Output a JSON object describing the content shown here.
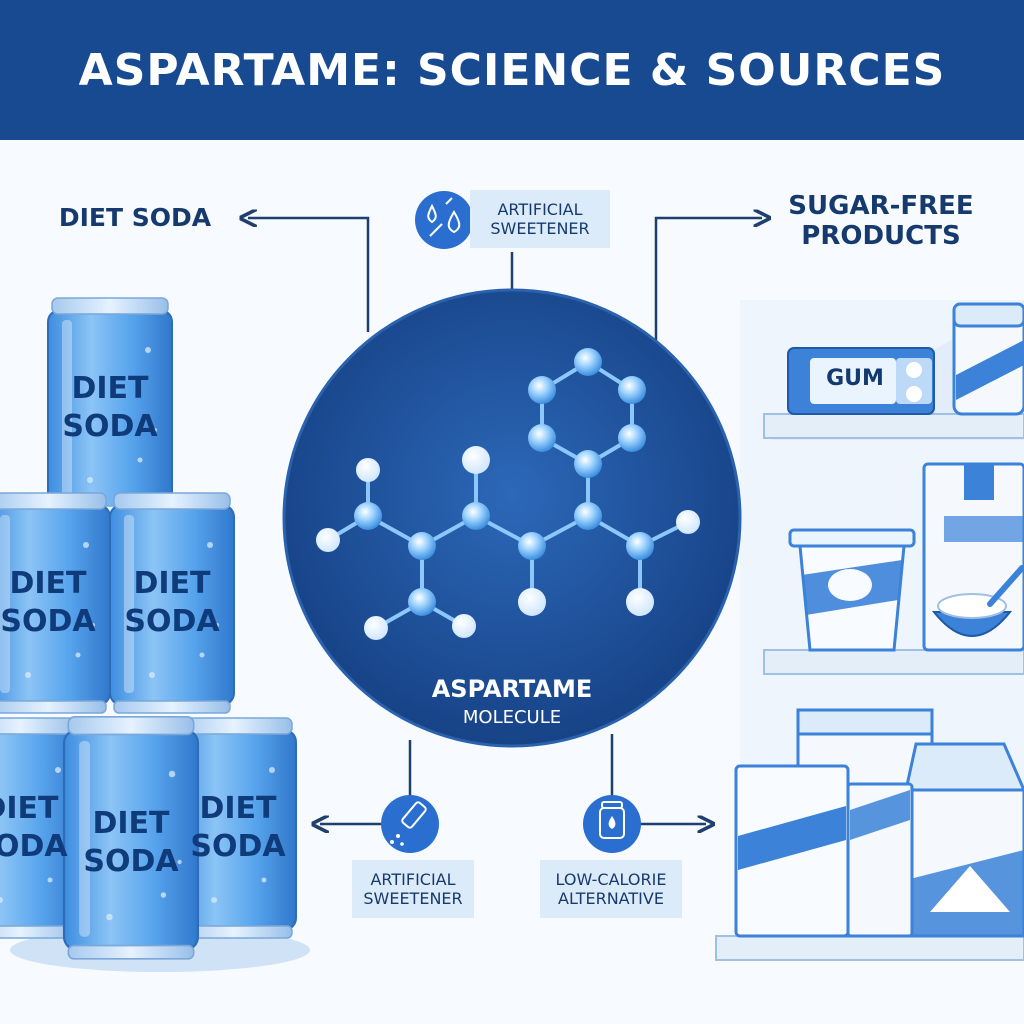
{
  "title": "ASPARTAME: SCIENCE & SOURCES",
  "labels": {
    "diet_soda": "DIET SODA",
    "sugar_free_line1": "SUGAR-FREE",
    "sugar_free_line2": "PRODUCTS",
    "molecule_line1": "ASPARTAME",
    "molecule_line2": "MOLECULE",
    "top_pill_line1": "ARTIFICIAL",
    "top_pill_line2": "SWEETENER",
    "bottom_left_pill_line1": "ARTIFICIAL",
    "bottom_left_pill_line2": "SWEETENER",
    "bottom_right_pill_line1": "LOW-CALORIE",
    "bottom_right_pill_line2": "ALTERNATIVE",
    "gum": "GUM"
  },
  "cans": {
    "line1": "DIET",
    "line2": "SODA"
  },
  "icons": {
    "top": "water-drops-icon",
    "bottom_left": "sweetener-dropper-icon",
    "bottom_right": "jar-drop-icon"
  },
  "colors": {
    "header": "#184a92",
    "circle": "#1d4f96",
    "text": "#173a6e",
    "can": "#4a9be8",
    "pill": "#dcebf9",
    "shelf": "#e3eef9"
  }
}
